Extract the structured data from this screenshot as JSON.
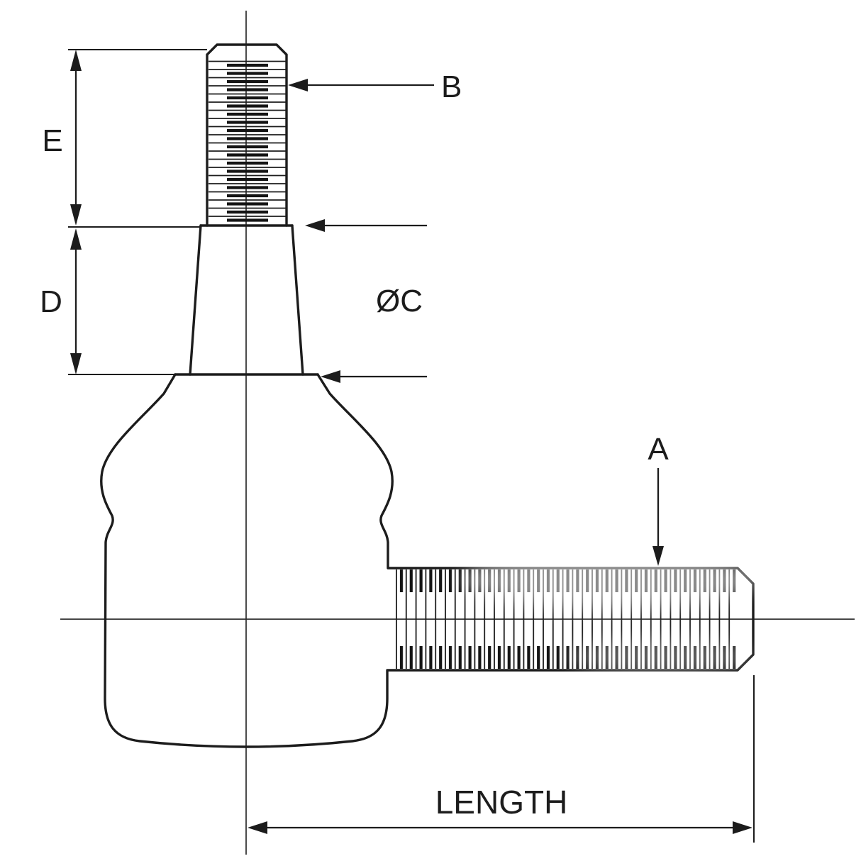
{
  "diagram": {
    "labels": {
      "thread_b": "B",
      "dim_e": "E",
      "dim_d": "D",
      "diameter_c": "ØC",
      "thread_a": "A",
      "length": "LENGTH"
    },
    "colors": {
      "line": "#1c1c1c",
      "background": "#ffffff"
    }
  }
}
